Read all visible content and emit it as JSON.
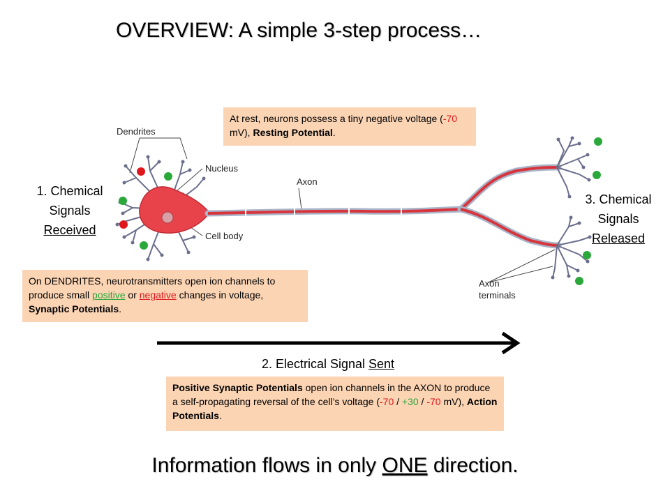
{
  "title": "OVERVIEW:  A simple 3-step process…",
  "neuron_labels": {
    "dendrites": "Dendrites",
    "nucleus": "Nucleus",
    "axon": "Axon",
    "cell_body": "Cell body",
    "axon_terminals_line1": "Axon",
    "axon_terminals_line2": "terminals"
  },
  "step1": {
    "line1": "1. Chemical",
    "line2": "Signals",
    "line3": "Received"
  },
  "step2": {
    "prefix": "2. Electrical Signal ",
    "underlined": "Sent"
  },
  "step3": {
    "line1": "3. Chemical",
    "line2": "Signals",
    "line3": "Released"
  },
  "resting_box": {
    "text1": "At rest, neurons possess a tiny negative voltage (",
    "value": "-70",
    "text2": " mV), ",
    "bold": "Resting Potential",
    "end": "."
  },
  "dendrite_box": {
    "text1": "On DENDRITES, neurotransmitters open ion channels to produce small ",
    "positive": "positive",
    "mid": " or ",
    "negative": "negative",
    "text2": " changes in voltage, ",
    "bold": "Synaptic Potentials",
    "end": "."
  },
  "axon_box": {
    "bold1": "Positive Synaptic Potentials",
    "text1": " open ion channels in the AXON to produce a self-propagating reversal of the cell’s voltage (",
    "v1": "-70",
    "s1": " / ",
    "v2": "+30",
    "s2": " / ",
    "v3": "-70",
    "text2": " mV), ",
    "bold2": "Action Potentials",
    "end": "."
  },
  "footer": {
    "prefix": "Information flows in only ",
    "underlined": "ONE",
    "suffix": " direction."
  },
  "colors": {
    "box_fill": "#fbd4b4",
    "positive": "#2aa83a",
    "negative": "#e0161d",
    "cell_body": "#e8424a",
    "axon_fill": "#d8343c",
    "myelin": "#a9b4c8"
  }
}
